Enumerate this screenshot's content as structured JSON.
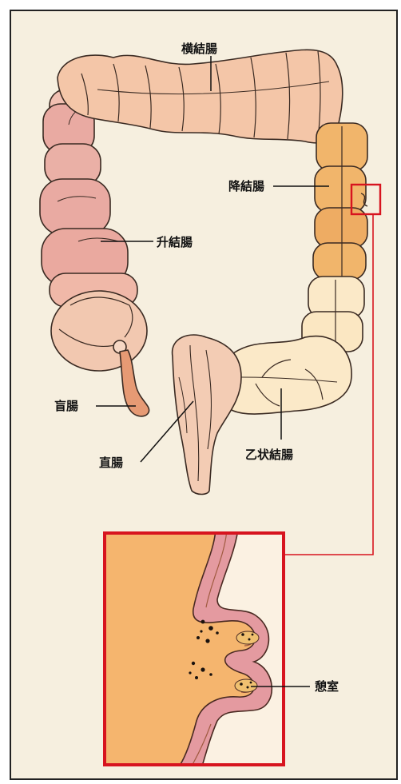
{
  "labels": {
    "transverse": "横結腸",
    "descending": "降結腸",
    "ascending": "升結腸",
    "cecum": "盲腸",
    "rectum": "直腸",
    "sigmoid": "乙状結腸",
    "diverticulum": "憩室"
  },
  "colors": {
    "background": "#f6efdf",
    "pink_segment": "#e9aaa2",
    "peach_segment": "#f4c6a8",
    "orange_segment": "#f1b56b",
    "pale_segment": "#fbe9c8",
    "rectum": "#f3ccb4",
    "appendix": "#e69a74",
    "inset_fill": "#f5b56e",
    "inset_wall": "#e49aa0",
    "highlight": "#d7141f"
  }
}
